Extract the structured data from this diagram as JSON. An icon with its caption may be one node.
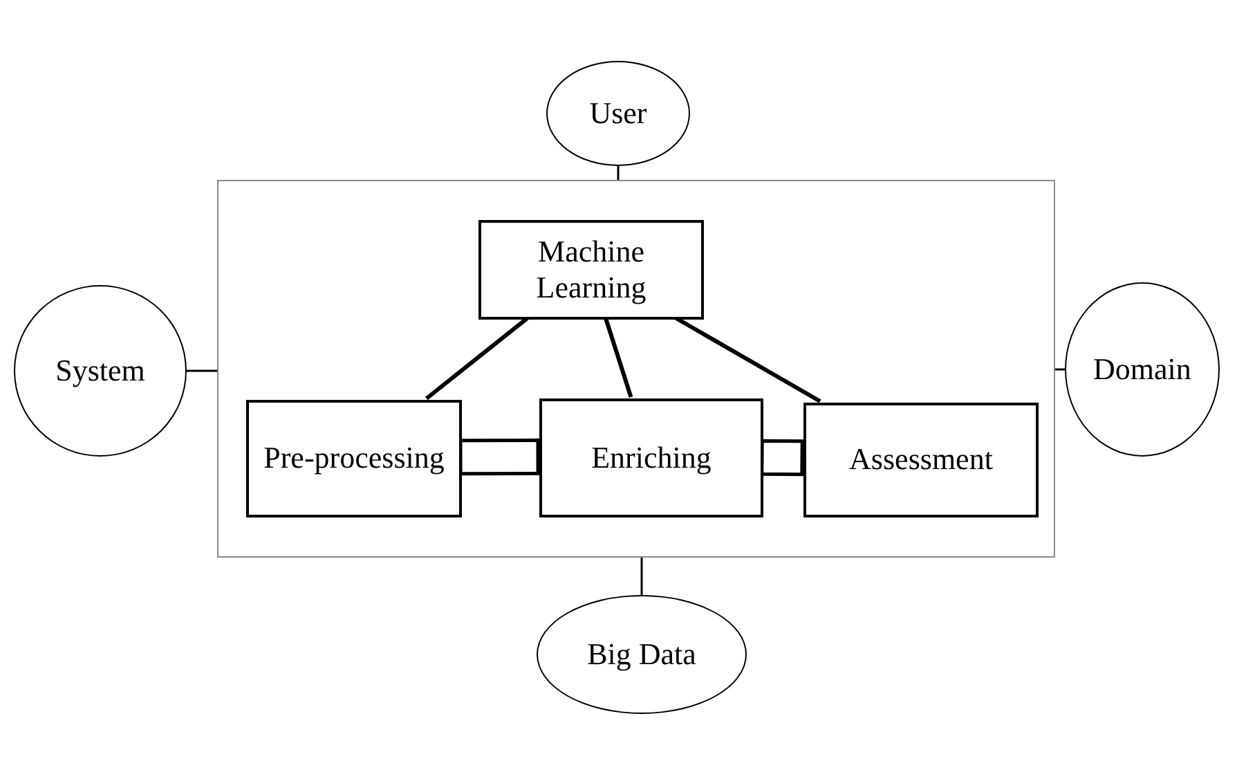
{
  "diagram": {
    "nodes": [
      {
        "text": [
          "User"
        ]
      },
      {
        "text": [],
        "shape": "box"
      },
      {
        "text": [
          "Machine Learning"
        ],
        "in": 1
      },
      {
        "text": [
          "Pre-processing"
        ],
        "in": 1
      },
      {
        "text": [
          "Enriching"
        ],
        "in": 1
      },
      {
        "text": [
          "Assessment"
        ],
        "in": 1
      },
      {
        "text": [
          "System"
        ]
      },
      {
        "text": [
          "Domain"
        ]
      },
      {
        "text": [
          "Big Data"
        ]
      }
    ],
    "edges": [
      {
        "from": 0,
        "to": 1,
        "arrow": "none"
      },
      {
        "from": 6,
        "to": 1,
        "arrow": "none"
      },
      {
        "from": 1,
        "to": 7,
        "arrow": "none"
      },
      {
        "from": 1,
        "to": 8,
        "arrow": "none"
      },
      {
        "from": 2,
        "to": 3,
        "arrow": "none",
        "style": "thick"
      },
      {
        "from": 2,
        "to": 4,
        "arrow": "none",
        "style": "thick"
      },
      {
        "from": 2,
        "to": 5,
        "arrow": "none",
        "style": "thick"
      },
      {
        "from": 3,
        "to": 4,
        "arrow": "none",
        "style": "thick"
      },
      {
        "from": 4,
        "to": 5,
        "arrow": "none",
        "style": "thick"
      }
    ]
  }
}
